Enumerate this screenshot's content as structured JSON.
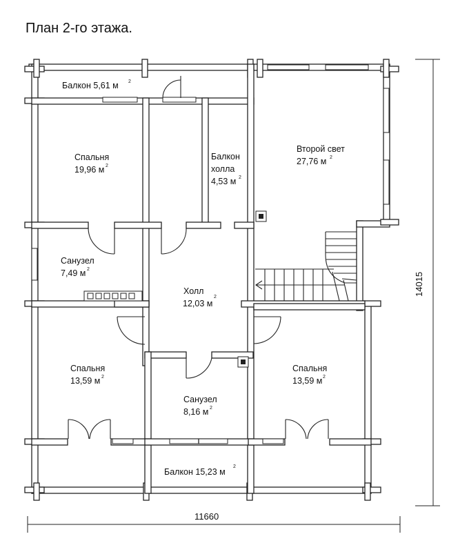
{
  "title": "План 2-го этажа.",
  "rooms": {
    "balcony_top": {
      "name": "Балкон 5,61 м",
      "sup": "2"
    },
    "bedroom_nw": {
      "name": "Спальня",
      "area": "19,96 м",
      "sup": "2"
    },
    "hall_balcony": {
      "line1": "Балкон",
      "line2": "холла",
      "area": "4,53 м",
      "sup": "2"
    },
    "second_light": {
      "name": "Второй свет",
      "area": "27,76 м",
      "sup": "2"
    },
    "bathroom_w": {
      "name": "Санузел",
      "area": "7,49 м",
      "sup": "2"
    },
    "hall": {
      "name": "Холл",
      "area": "12,03 м",
      "sup": "2"
    },
    "bedroom_sw": {
      "name": "Спальня",
      "area": "13,59 м",
      "sup": "2"
    },
    "bedroom_se": {
      "name": "Спальня",
      "area": "13,59 м",
      "sup": "2"
    },
    "bathroom_s": {
      "name": "Санузел",
      "area": "8,16 м",
      "sup": "2"
    },
    "balcony_bottom": {
      "name": "Балкон 15,23 м",
      "sup": "2"
    }
  },
  "dimensions": {
    "width": "11660",
    "height": "14015"
  }
}
